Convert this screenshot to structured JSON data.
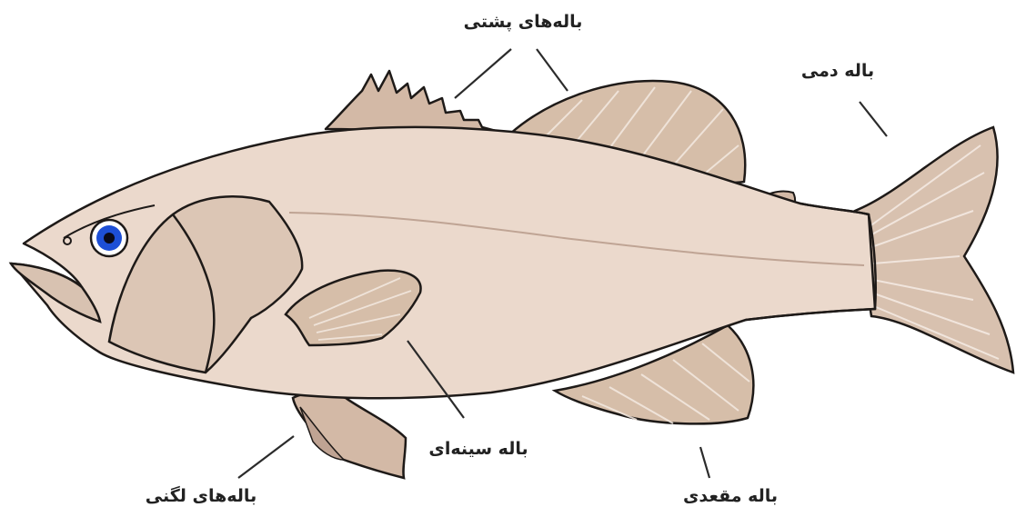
{
  "labels": {
    "dorsal_fins": "باله‌های پشتی",
    "caudal_fin": "باله دمی",
    "pectoral_fin": "باله سینه‌ای",
    "pelvic_fins": "باله‌های لگنی",
    "anal_fin": "باله مقعدی"
  },
  "colors": {
    "body_fill": "#ebd9cc",
    "fin_fill": "#d3b9a6",
    "fin_light": "#e9d8ca",
    "fin_ray": "#f6ede6",
    "outline": "#1e1a18",
    "eye_blue": "#1d4fd6",
    "lateral_line": "#bfa494",
    "leader_line": "#2b2b2b"
  },
  "icons": {
    "eye": "eye-icon"
  }
}
